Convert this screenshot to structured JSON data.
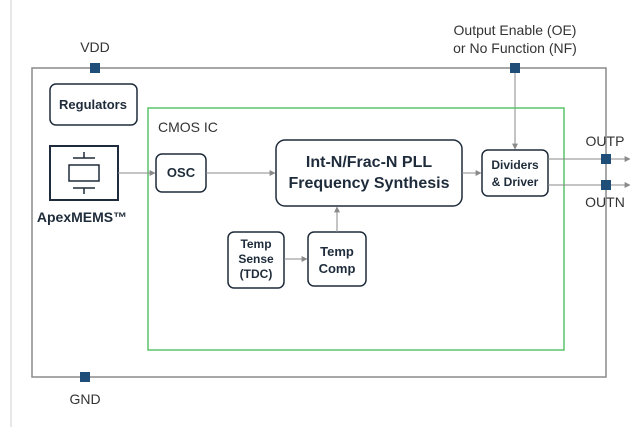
{
  "pins": {
    "vdd": "VDD",
    "gnd": "GND",
    "oe_line1": "Output Enable (OE)",
    "oe_line2": "or No Function (NF)",
    "outp": "OUTP",
    "outn": "OUTN"
  },
  "blocks": {
    "regulators": "Regulators",
    "cmos_ic": "CMOS IC",
    "osc": "OSC",
    "pll_line1": "Int-N/Frac-N PLL",
    "pll_line2": "Frequency Synthesis",
    "dividers_line1": "Dividers",
    "dividers_line2": "& Driver",
    "temp_sense_line1": "Temp",
    "temp_sense_line2": "Sense",
    "temp_sense_line3": "(TDC)",
    "temp_comp_line1": "Temp",
    "temp_comp_line2": "Comp",
    "apexmems": "ApexMEMS™"
  },
  "colors": {
    "outline": "#8a8a8a",
    "block_border": "#1e2b3a",
    "cmos_border": "#5cc46a",
    "pin": "#1f4e79",
    "arrow": "#8a8a8a"
  }
}
